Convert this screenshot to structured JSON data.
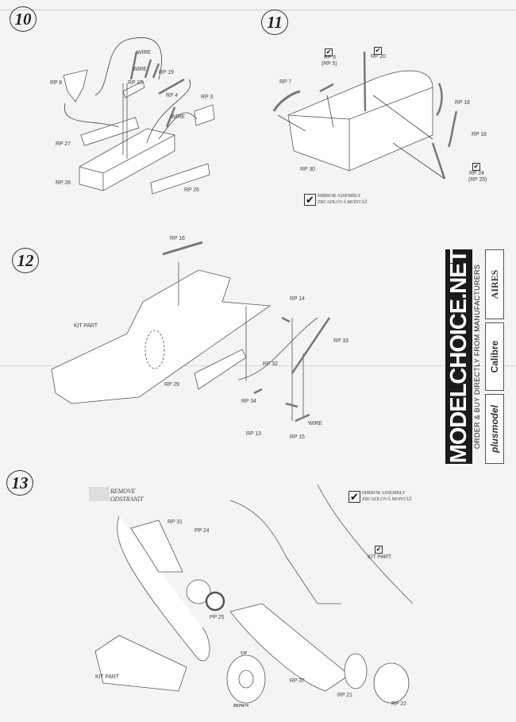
{
  "steps": {
    "s10": {
      "number": "10",
      "labels": {
        "wire1": "WIRE",
        "wire2": "WIRE",
        "rp19": "RP 19",
        "rp23": "RP 23",
        "rp8": "RP 8",
        "rp4": "RP 4",
        "rp3": "RP 3",
        "wire3": "WIRE",
        "rp27": "RP 27",
        "rp28": "RP 28",
        "rp26": "RP 26"
      }
    },
    "s11": {
      "number": "11",
      "labels": {
        "rp6": "RP 6",
        "rp5": "(RP 5)",
        "rp20": "RP 20",
        "rp7": "RP 7",
        "rp18a": "RP 18",
        "rp18b": "RP 18",
        "rp30": "RP 30",
        "rp24": "RP 24",
        "rp25": "(RP 25)"
      },
      "legend": {
        "line1": "MIRROR  ASSEMBLY",
        "line2": "ZRCADLOVÁ MONTÁŽ"
      }
    },
    "s12": {
      "number": "12",
      "labels": {
        "rp16": "RP 16",
        "kit": "KIT PART",
        "rp14": "RP 14",
        "rp33": "RP 33",
        "rp32": "RP 32",
        "rp29": "RP 29",
        "rp34": "RP 34",
        "rp13": "RP 13",
        "rp15": "RP 15",
        "wire": "WIRE"
      }
    },
    "s13": {
      "number": "13",
      "remove": {
        "line1": "REMOVE",
        "line2": "ODSTRANIT"
      },
      "legend": {
        "line1": "MIRROR  ASSEMBLY",
        "line2": "ZRCADLOVÁ MONTÁŽ"
      },
      "labels": {
        "rp31": "RP 31",
        "pp24": "PP 24",
        "pp25": "PP 25",
        "kit1": "KIT PART",
        "kit2": "KIT PART",
        "up": "UP",
        "down": "DOWN",
        "rp37": "RP 37",
        "rp21": "RP 21",
        "rp22": "RP 22"
      }
    }
  },
  "ad": {
    "title": "MODELCHOICE.NET",
    "subtitle": "ORDER & BUY DIRECTLY FROM MANUFACTURERS",
    "brands": [
      "plusmodel",
      "Calibre",
      "AIRES"
    ]
  },
  "check_mark": "✔"
}
